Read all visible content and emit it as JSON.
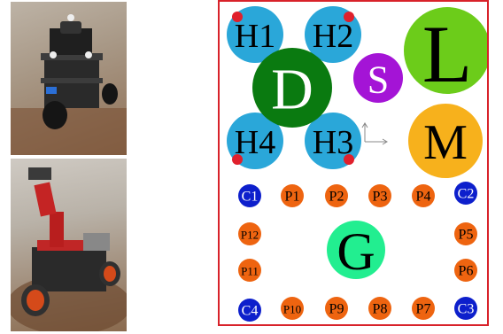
{
  "photos": [
    {
      "subject": "wheeled robot with lidar on wooden table"
    },
    {
      "subject": "mecanum-wheel robot with red robotic arm"
    }
  ],
  "colors": {
    "border": "#d8222a",
    "H": "#2aa7d9",
    "D": "#0a7a10",
    "S": "#a414d6",
    "L": "#6ccc1a",
    "M": "#f7b11c",
    "G": "#22ee90",
    "C": "#0d1fcc",
    "P": "#ee6410",
    "dot": "#e0202c"
  },
  "map": {
    "regions": [
      {
        "label": "H1"
      },
      {
        "label": "H2"
      },
      {
        "label": "H3"
      },
      {
        "label": "H4"
      },
      {
        "label": "D"
      },
      {
        "label": "S"
      },
      {
        "label": "L"
      },
      {
        "label": "M"
      },
      {
        "label": "G"
      }
    ],
    "corners": [
      {
        "label": "C1"
      },
      {
        "label": "C2"
      },
      {
        "label": "C3"
      },
      {
        "label": "C4"
      }
    ],
    "points": [
      {
        "label": "P1"
      },
      {
        "label": "P2"
      },
      {
        "label": "P3"
      },
      {
        "label": "P4"
      },
      {
        "label": "P5"
      },
      {
        "label": "P6"
      },
      {
        "label": "P7"
      },
      {
        "label": "P8"
      },
      {
        "label": "P9"
      },
      {
        "label": "P10"
      },
      {
        "label": "P11"
      },
      {
        "label": "P12"
      }
    ]
  }
}
